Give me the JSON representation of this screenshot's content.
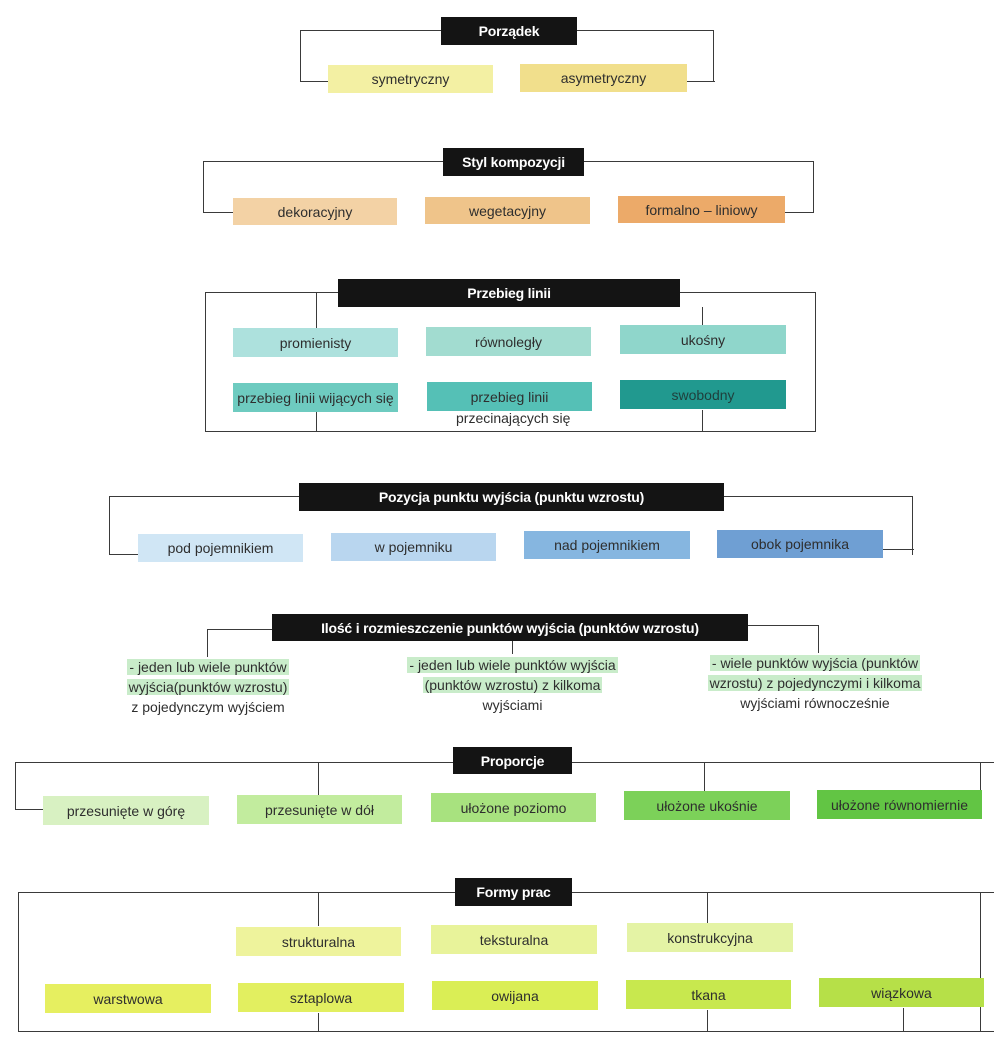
{
  "colors": {
    "header_bg": "#141414",
    "header_text": "#ffffff",
    "line": "#3a3a3a",
    "symetryczny": "#f3f0a3",
    "asymetryczny": "#f1df8c",
    "dekoracyjny": "#f3d2a5",
    "wegetacyjny": "#efc48a",
    "formalno": "#ecaa69",
    "promienisty": "#ade1dd",
    "rownolegly": "#a2dcd0",
    "ukosny": "#8fd6cb",
    "wijacych": "#6ecbc0",
    "przecinajacych": "#55c0b6",
    "swobodny": "#21998f",
    "pod": "#d0e6f5",
    "w": "#b9d6ef",
    "nad": "#86b6e0",
    "obok": "#6f9fd3",
    "ilosc_hl": "#c9ecca",
    "przesuniete_gore": "#d8f1c2",
    "przesuniete_dol": "#c2ec9e",
    "ulozone_poziomo": "#a8e27f",
    "ulozone_ukosnie": "#7cd159",
    "ulozone_rownomiernie": "#62c544",
    "strukturalna": "#eef39c",
    "teksturalna": "#e8f39a",
    "konstrukcyjna": "#e4f3a5",
    "warstwowa": "#e6ef60",
    "sztaplowa": "#e2ef60",
    "owijana": "#daee55",
    "tkana": "#c8e84e",
    "wiazkowa": "#b6e048"
  },
  "porzadek": {
    "title": "Porządek",
    "items": [
      "symetryczny",
      "asymetryczny"
    ]
  },
  "styl": {
    "title": "Styl kompozycji",
    "items": [
      "dekoracyjny",
      "wegetacyjny",
      "formalno – liniowy"
    ]
  },
  "przebieg": {
    "title": "Przebieg linii",
    "row1": [
      "promienisty",
      "równoległy",
      "ukośny"
    ],
    "row2": [
      "przebieg linii wijących się",
      "przebieg linii",
      "swobodny"
    ],
    "row2_extra": "przecinających się"
  },
  "pozycja": {
    "title": "Pozycja punktu wyjścia (punktu wzrostu)",
    "items": [
      "pod pojemnikiem",
      "w pojemniku",
      "nad pojemnikiem",
      "obok pojemnika"
    ]
  },
  "ilosc": {
    "title": "Ilość i rozmieszczenie punktów wyjścia (punktów wzrostu)",
    "notes": [
      [
        "- jeden lub wiele punktów",
        "wyjścia(punktów wzrostu)",
        "z pojedynczym wyjściem"
      ],
      [
        "- jeden  lub wiele punktów wyjścia",
        "(punktów wzrostu) z kilkoma",
        "wyjściami"
      ],
      [
        "- wiele punktów wyjścia (punktów",
        "wzrostu) z pojedynczymi i kilkoma",
        "wyjściami równocześnie"
      ]
    ]
  },
  "proporcje": {
    "title": "Proporcje",
    "items": [
      "przesunięte w górę",
      "przesunięte w dół",
      "ułożone poziomo",
      "ułożone ukośnie",
      "ułożone równomiernie"
    ]
  },
  "formy": {
    "title": "Formy prac",
    "row1": [
      "strukturalna",
      "teksturalna",
      "konstrukcyjna"
    ],
    "row2": [
      "warstwowa",
      "sztaplowa",
      "owijana",
      "tkana",
      "wiązkowa"
    ]
  }
}
